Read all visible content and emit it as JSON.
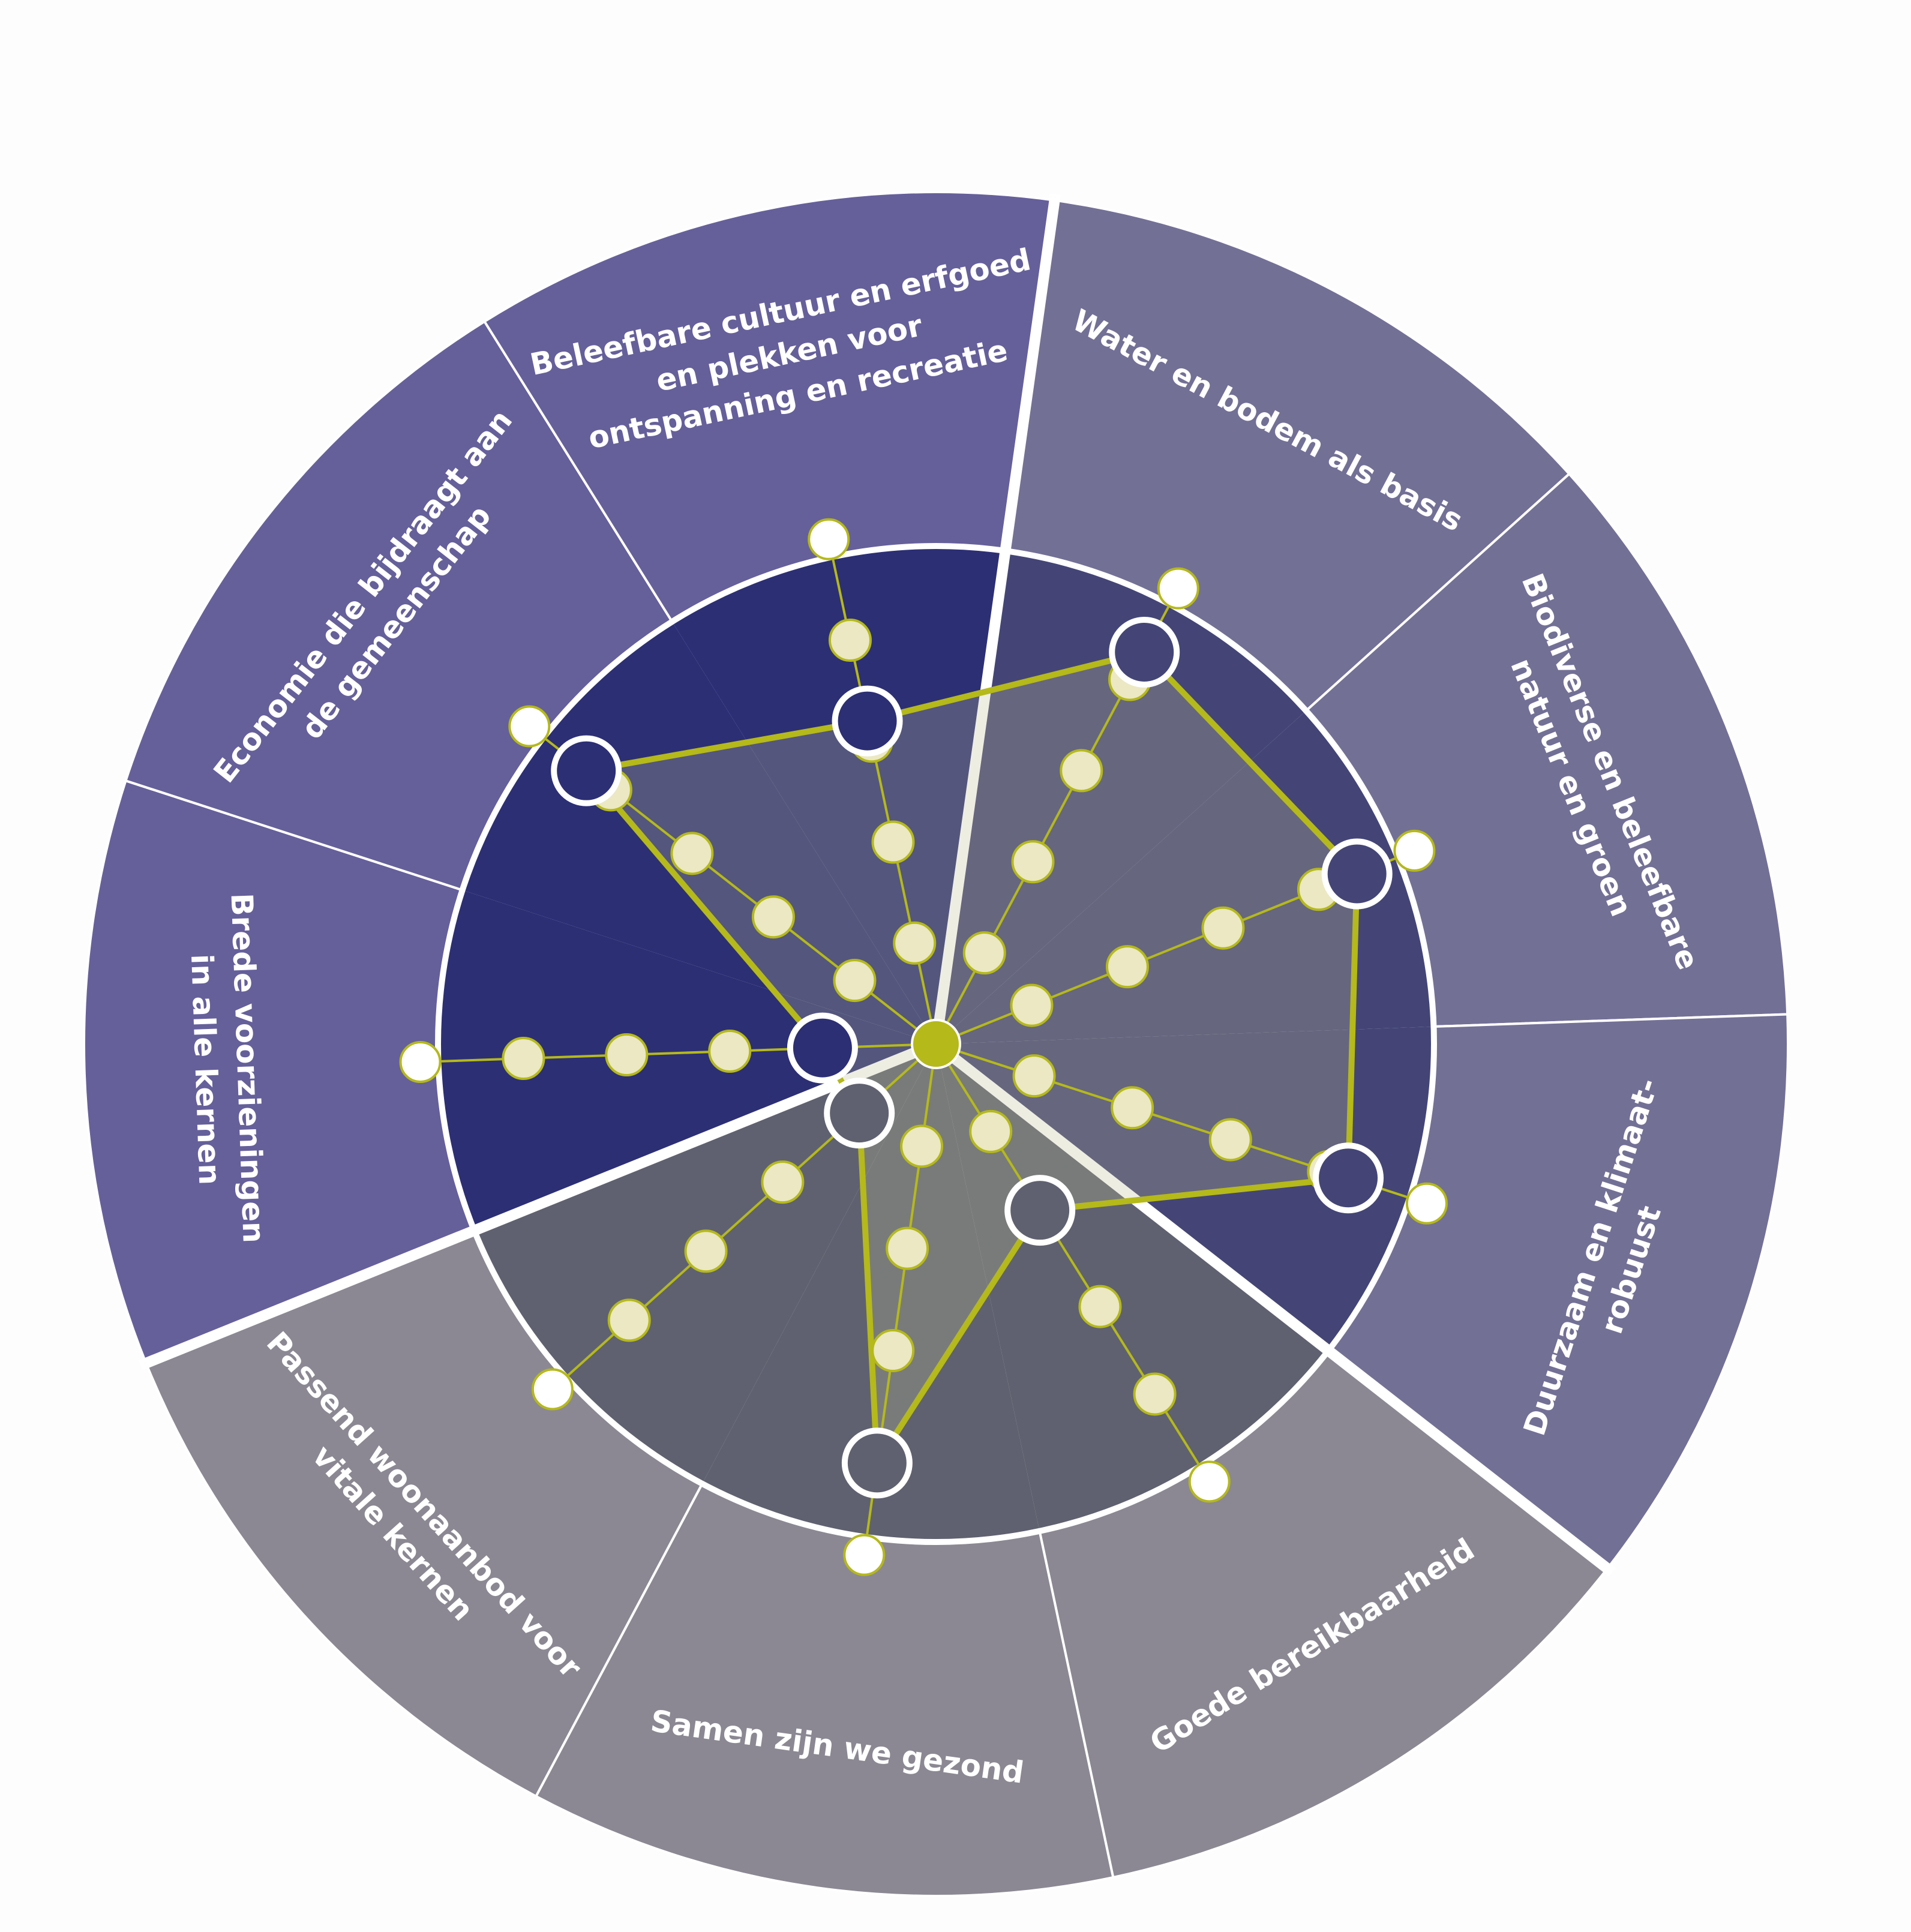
{
  "colors": {
    "background": "#fdfdfd",
    "outer_blue": "#65609a",
    "outer_slate": "#737096",
    "outer_grey": "#8b8893",
    "inner_blue": "#2c2f74",
    "inner_slate": "#444576",
    "inner_grey": "#5f6170",
    "accent": "#b5b91a",
    "dot_fill": "#ebe8c3",
    "divider": "#ffffff"
  },
  "themes": [
    {
      "id": "water",
      "lines": [
        "Water en bodem als basis"
      ],
      "outer_color": "outer_slate",
      "inner_color": "inner_slate"
    },
    {
      "id": "biodiversiteit",
      "lines": [
        "Biodiverse en beleefbare",
        "natuur en groen"
      ],
      "outer_color": "outer_slate",
      "inner_color": "inner_slate"
    },
    {
      "id": "klimaat",
      "lines": [
        "Duurzaam en klimaat-",
        "robuust"
      ],
      "outer_color": "outer_slate",
      "inner_color": "inner_slate"
    },
    {
      "id": "bereikbaarheid",
      "lines": [
        "Goede bereikbaarheid"
      ],
      "outer_color": "outer_grey",
      "inner_color": "inner_grey"
    },
    {
      "id": "gezondheid",
      "lines": [
        "Samen zijn we gezond"
      ],
      "outer_color": "outer_grey",
      "inner_color": "inner_grey"
    },
    {
      "id": "wonen",
      "lines": [
        "Passend woonaanbod voor",
        "vitale kernen"
      ],
      "outer_color": "outer_grey",
      "inner_color": "inner_grey"
    },
    {
      "id": "voorzieningen",
      "lines": [
        "Brede voorzieningen",
        "in alle kernen"
      ],
      "outer_color": "outer_blue",
      "inner_color": "inner_blue"
    },
    {
      "id": "economie",
      "lines": [
        "Economie die bijdraagt aan",
        "de gemeenschap"
      ],
      "outer_color": "outer_blue",
      "inner_color": "inner_blue"
    },
    {
      "id": "cultuur",
      "lines": [
        "Beleefbare cultuur en erfgoed",
        "en plekken voor",
        "ontspanning en recreatie"
      ],
      "outer_color": "outer_blue",
      "inner_color": "inner_blue"
    }
  ],
  "chart_data": {
    "type": "radar",
    "scale_steps": 5,
    "axes": [
      "Water en bodem als basis",
      "Biodiverse en beleefbare natuur en groen",
      "Duurzaam en klimaatrobuust",
      "Goede bereikbaarheid",
      "Samen zijn we gezond",
      "Passend woonaanbod voor vitale kernen",
      "Brede voorzieningen in alle kernen",
      "Economie die bijdraagt aan de gemeenschap",
      "Beleefbare cultuur en erfgoed en plekken voor ontspanning en recreatie"
    ],
    "values": [
      4.3,
      4.4,
      4.2,
      1.9,
      4.1,
      1.0,
      1.1,
      4.3,
      3.2
    ]
  }
}
